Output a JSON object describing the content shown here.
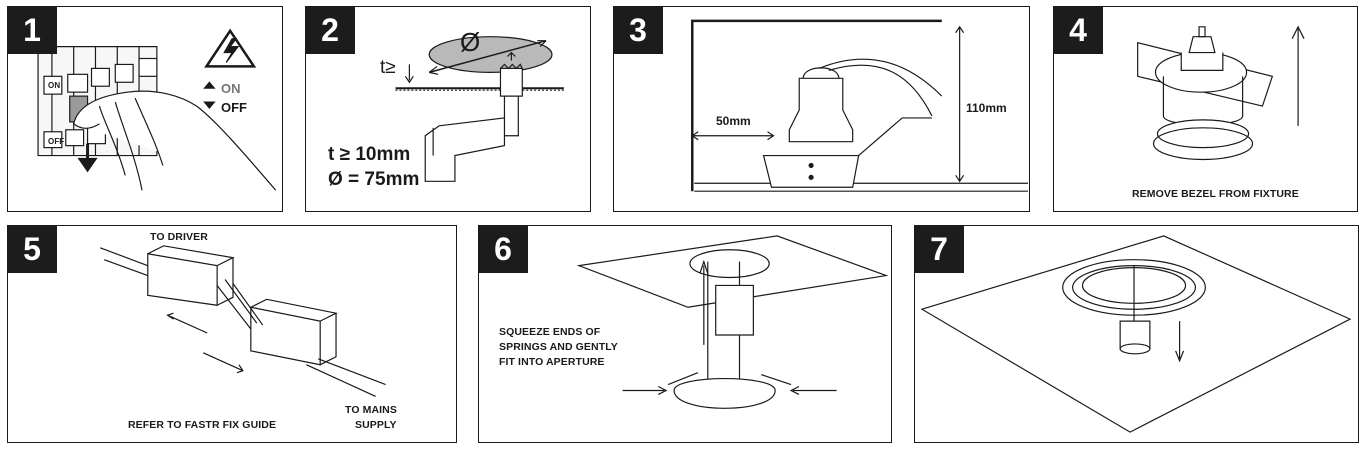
{
  "steps": [
    {
      "number": "1",
      "on_label": "ON",
      "off_label": "OFF",
      "switch_on": "ON",
      "switch_off": "OFF"
    },
    {
      "number": "2",
      "thickness_symbol": "t≥",
      "diameter_symbol": "Ø",
      "spec_thickness": "t ≥ 10mm",
      "spec_diameter": "Ø = 75mm"
    },
    {
      "number": "3",
      "dim_side": "50mm",
      "dim_height": "110mm"
    },
    {
      "number": "4",
      "caption": "REMOVE BEZEL FROM FIXTURE"
    },
    {
      "number": "5",
      "to_driver": "TO DRIVER",
      "to_mains_line1": "TO MAINS",
      "to_mains_line2": "SUPPLY",
      "caption": "REFER TO FASTR FIX GUIDE"
    },
    {
      "number": "6",
      "caption_line1": "SQUEEZE ENDS OF",
      "caption_line2": "SPRINGS AND GENTLY",
      "caption_line3": "FIT INTO APERTURE"
    },
    {
      "number": "7"
    }
  ]
}
